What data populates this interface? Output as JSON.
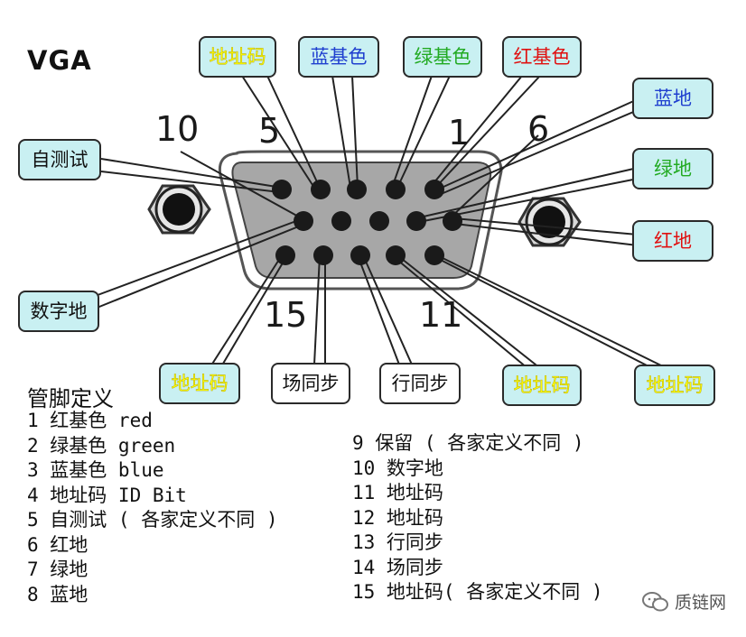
{
  "title": "VGA",
  "pin_numbers": {
    "p10": "10",
    "p5": "5",
    "p1": "1",
    "p6": "6",
    "p15": "15",
    "p11": "11"
  },
  "callouts": {
    "top_addr": "地址码",
    "top_blue": "蓝基色",
    "top_green": "绿基色",
    "top_red": "红基色",
    "right_blue_gnd": "蓝地",
    "right_green_gnd": "绿地",
    "right_red_gnd": "红地",
    "left_selftest": "自测试",
    "left_digital_gnd": "数字地",
    "bottom_addr_left": "地址码",
    "bottom_vsync": "场同步",
    "bottom_hsync": "行同步",
    "bottom_addr_mid": "地址码",
    "bottom_addr_right": "地址码"
  },
  "colors": {
    "callout_bg": "#c9f0f2",
    "connector_bg": "#a7a7a7",
    "pin": "#1a1a1a",
    "yellow": "#ffff00",
    "blue": "#1f3fcf",
    "green": "#22aa22",
    "red": "#e01010"
  },
  "pin_definitions": {
    "heading": "管脚定义",
    "left": [
      "1 红基色 red",
      "2 绿基色 green",
      "3 蓝基色 blue",
      "4 地址码 ID Bit",
      "5 自测试 ( 各家定义不同 )",
      "6 红地",
      "7 绿地",
      "8 蓝地"
    ],
    "right": [
      "9 保留 ( 各家定义不同 )",
      "10 数字地",
      "11 地址码",
      "12 地址码",
      "13 行同步",
      "14 场同步",
      "15 地址码( 各家定义不同 )"
    ]
  },
  "watermark": {
    "icon": "wechat-icon",
    "text": "质链网"
  }
}
